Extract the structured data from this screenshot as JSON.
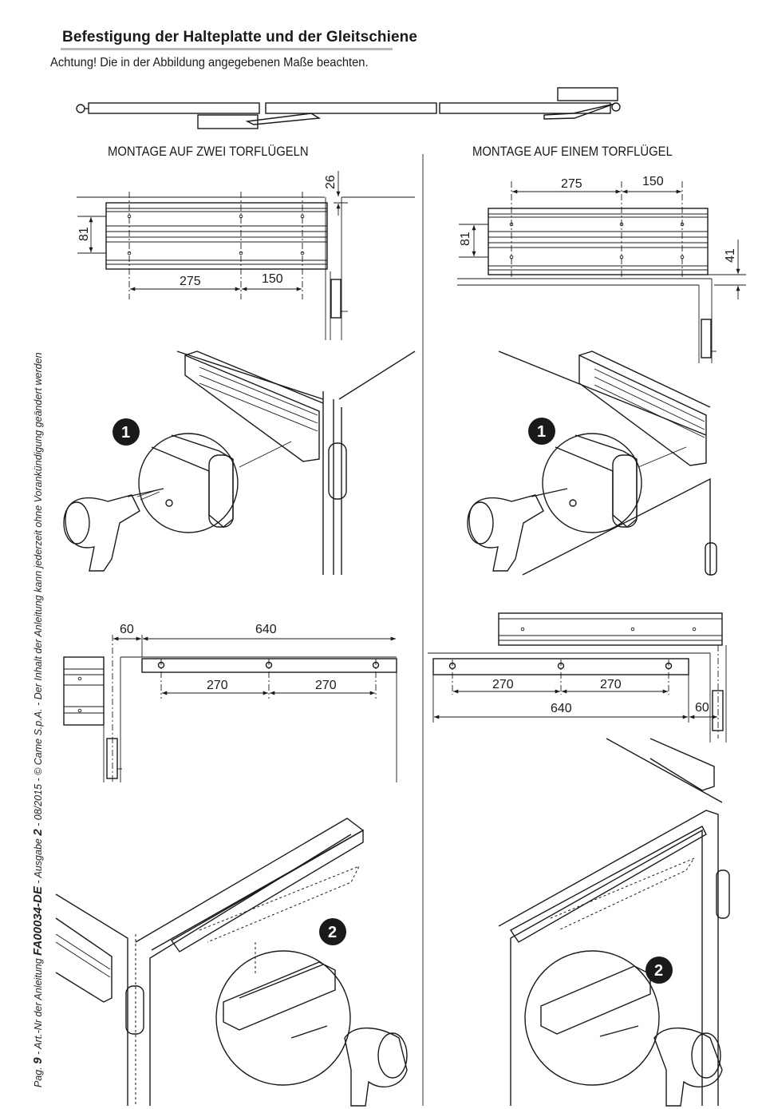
{
  "title": "Befestigung der Halteplatte und der Gleitschiene",
  "subtitle": "Achtung! Die in der Abbildung angegebenen Maße beachten.",
  "columns": {
    "left": "MONTAGE AUF ZWEI TORFLÜGELN",
    "right": "MONTAGE AUF EINEM TORFLÜGEL"
  },
  "dimensions": {
    "left_top": {
      "gap": "26",
      "height": "81",
      "a": "275",
      "b": "150"
    },
    "right_top": {
      "a": "275",
      "b": "150",
      "height": "81",
      "gap": "41"
    },
    "left_bottom": {
      "offset": "60",
      "total": "640",
      "a": "270",
      "b": "270"
    },
    "right_bottom": {
      "a": "270",
      "b": "270",
      "total": "640",
      "offset": "60"
    }
  },
  "steps": {
    "one": "1",
    "two": "2"
  },
  "side_note": {
    "page_prefix": "Pag.",
    "page": "9",
    "art_label": " - Art.-Nr der Anleitung ",
    "art_no": "FA00034-DE",
    "edition_label": " - Ausgabe ",
    "edition": "2",
    "rest": " - 08/2015 - © Came S.p.A. - Der Inhalt der Anleitung kann jederzeit ohne Vorankündigung geändert werden"
  }
}
